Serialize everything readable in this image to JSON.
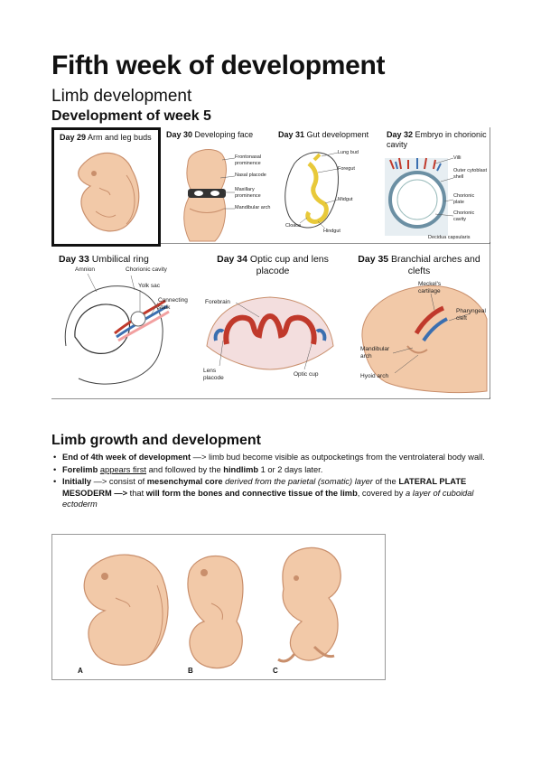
{
  "title": "Fifth week of development",
  "subtitle": "Limb development",
  "section1": "Development of week 5",
  "panels": {
    "p29": {
      "day": "Day 29",
      "text": " Arm and leg buds"
    },
    "p30": {
      "day": "Day 30",
      "text": " Developing face",
      "labels": [
        "Frontonasal prominence",
        "Nasal placode",
        "Maxillary prominence",
        "Mandibular arch"
      ]
    },
    "p31": {
      "day": "Day 31",
      "text": " Gut development",
      "labels": [
        "Lung bud",
        "Foregut",
        "Midgut",
        "Cloaca",
        "Hindgut"
      ]
    },
    "p32": {
      "day": "Day 32",
      "text": " Embryo in chorionic cavity",
      "labels": [
        "Villi",
        "Outer cytoblast shell",
        "Chorionic plate",
        "Chorionic cavity",
        "Decidua capsularis"
      ]
    },
    "p33": {
      "day": "Day 33",
      "text": " Umbilical ring",
      "labels": [
        "Amnion",
        "Chorionic cavity",
        "Yolk sac",
        "Connecting stalk"
      ]
    },
    "p34": {
      "day": "Day 34",
      "text": " Optic cup and lens placode",
      "labels": [
        "Forebrain",
        "Lens placode",
        "Optic cup"
      ]
    },
    "p35": {
      "day": "Day 35",
      "text": " Branchial arches and clefts",
      "labels": [
        "Meckel's cartilage",
        "Pharyngeal cleft",
        "Mandibular arch",
        "Hyoid arch"
      ]
    }
  },
  "section2": "Limb growth and development",
  "bullets": [
    {
      "b": "End of 4th week of development",
      "rest": " —> limb bud become visible as outpocketings from the ventrolateral body wall."
    },
    {
      "b": "Forelimb",
      "u": "appears first",
      "mid": " and followed by the ",
      "b2": "hindlimb",
      "rest": " 1 or 2 days later."
    },
    {
      "b": "Initially",
      "t1": " —> consist of ",
      "b2": "mesenchymal core",
      "i1": " derived from the parietal (somatic) layer",
      "t2": " of the ",
      "b3": "LATERAL PLATE MESODERM —>",
      "t3": " that ",
      "b4": "will form the bones and connective tissue of the limb",
      "t4": ", covered by ",
      "i2": "a layer of cuboidal ectoderm"
    }
  ],
  "figure_labels": [
    "A",
    "B",
    "C"
  ],
  "colors": {
    "skin": "#f2c9a8",
    "skin_dark": "#c98f6c",
    "red": "#c0392b",
    "blue": "#3b6fb0",
    "yellow": "#e8c93a"
  }
}
